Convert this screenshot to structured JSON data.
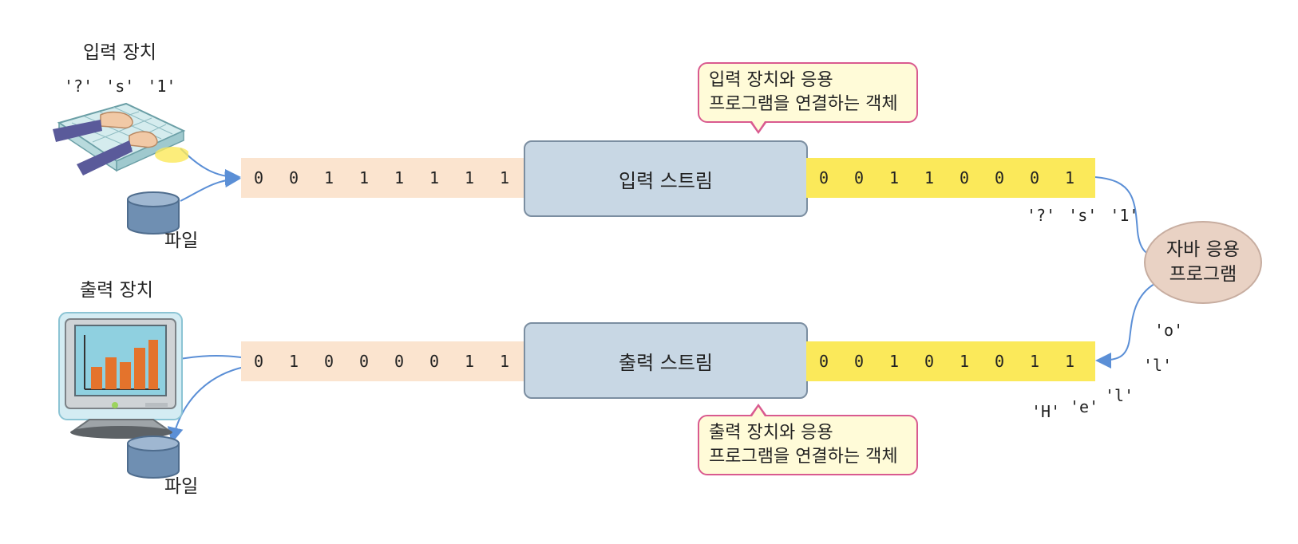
{
  "input_device": {
    "label": "입력 장치",
    "chars": "'?' 's' '1'",
    "file_label": "파일"
  },
  "output_device": {
    "label": "출력 장치",
    "file_label": "파일"
  },
  "input_stream": {
    "label": "입력 스트림",
    "bits_in": [
      "0",
      "0",
      "1",
      "1",
      "1",
      "1",
      "1",
      "1"
    ],
    "bits_out": [
      "0",
      "0",
      "1",
      "1",
      "0",
      "0",
      "0",
      "1"
    ],
    "chars": "'?' 's' '1'",
    "callout_line1": "입력 장치와 응용",
    "callout_line2": "프로그램을 연결하는 객체"
  },
  "output_stream": {
    "label": "출력 스트림",
    "bits_left": [
      "0",
      "1",
      "0",
      "0",
      "0",
      "0",
      "1",
      "1"
    ],
    "bits_right": [
      "0",
      "0",
      "1",
      "0",
      "1",
      "0",
      "1",
      "1"
    ],
    "callout_line1": "출력 장치와 응용",
    "callout_line2": "프로그램을 연결하는 객체"
  },
  "app": {
    "line1": "자바 응용",
    "line2": "프로그램"
  },
  "output_chars": {
    "o": "'o'",
    "l2": "'l'",
    "l1": "'l'",
    "e": "'e'",
    "H": "'H'"
  },
  "colors": {
    "bits_peach": "#fbe4cf",
    "bits_yellow": "#fbe95a",
    "stream_fill": "#c8d7e4",
    "callout_border": "#d95a8f",
    "callout_fill": "#fffbd8",
    "arrow": "#5b8fd6",
    "app_fill": "#e9d2c4"
  }
}
